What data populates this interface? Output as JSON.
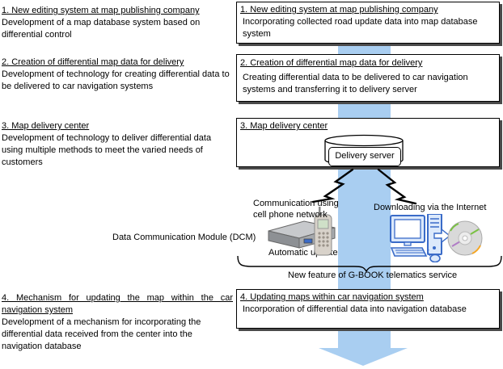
{
  "left_column": {
    "blocks": [
      {
        "heading": "1. New editing system at map publishing company",
        "body": "Development of a map database system based on differential control"
      },
      {
        "heading": "2. Creation of differential map data for delivery",
        "body": "Development of technology for creating differential data to be delivered to car navigation systems"
      },
      {
        "heading": "3. Map delivery center",
        "body": "Development of technology to deliver differential data using multiple methods to meet the varied needs of customers"
      },
      {
        "heading": "4. Mechanism for updating the map within the car navigation system",
        "body": "Development of a mechanism for incorporating the differential data received from the center into the navigation database"
      }
    ]
  },
  "right_column": {
    "boxes": [
      {
        "heading": "1. New editing system at map publishing company",
        "body": "Incorporating collected road update data into map database system"
      },
      {
        "heading": "2. Creation of differential map data for delivery",
        "body": "Creating differential data to be delivered to car navigation systems and transferring it to delivery server"
      },
      {
        "heading": "3. Map delivery center",
        "server_label": "Delivery server"
      },
      {
        "heading": "4. Updating maps within car navigation system",
        "body": "Incorporation of differential data into navigation database"
      }
    ]
  },
  "middle": {
    "cell_label": "Communication using cell phone network",
    "internet_label": "Downloading via the Internet",
    "dcm_label": "Data Communication Module (DCM)",
    "auto_update_label": "Automatic update",
    "brace_label": "New feature of G-BOOK telematics service"
  },
  "icons": {
    "flow_arrow": "large-down-arrow",
    "lightning_left": "zigzag-bolt",
    "lightning_right": "zigzag-bolt",
    "delivery_server": "database-cylinder",
    "dcm_module": "car-ecu-device",
    "cell_phone": "mobile-phone",
    "computer": "desktop-pc",
    "cd": "cd-rom-disc",
    "transfer_arrow": "hollow-right-arrow",
    "brace": "horizontal-curly-brace"
  },
  "colors": {
    "arrow_blue": "#A9CEF1",
    "computer_blue": "#3A6BC8",
    "box_shadow": "#4A4A4A"
  }
}
